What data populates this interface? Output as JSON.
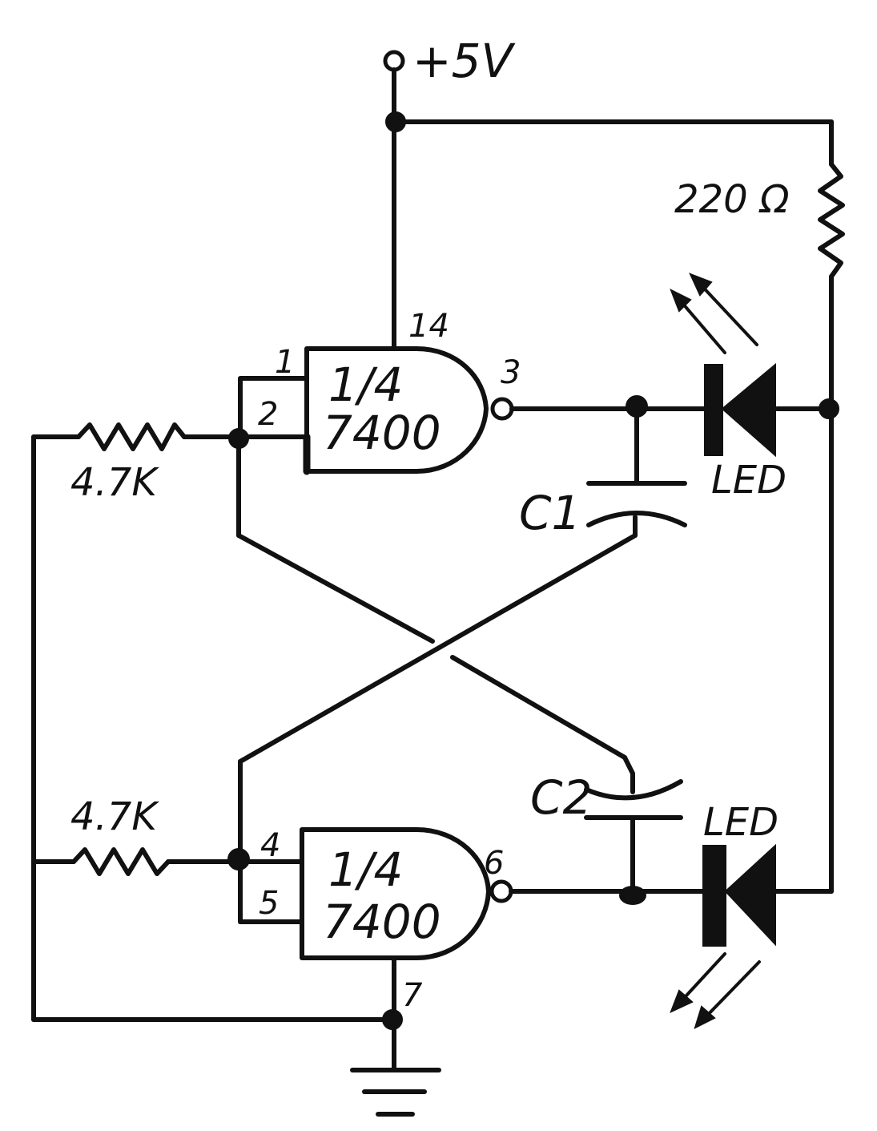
{
  "labels": {
    "supply": "+5V",
    "r_led": "220 Ω",
    "r1": "4.7K",
    "r2": "4.7K",
    "c1": "C1",
    "c2": "C2",
    "led1": "LED",
    "led2": "LED"
  },
  "gate_top": {
    "fraction": "1/4",
    "part": "7400",
    "pin_in_a": "1",
    "pin_in_b": "2",
    "pin_out": "3",
    "pin_vcc": "14"
  },
  "gate_bottom": {
    "fraction": "1/4",
    "part": "7400",
    "pin_in_a": "4",
    "pin_in_b": "5",
    "pin_out": "6",
    "pin_gnd": "7"
  }
}
